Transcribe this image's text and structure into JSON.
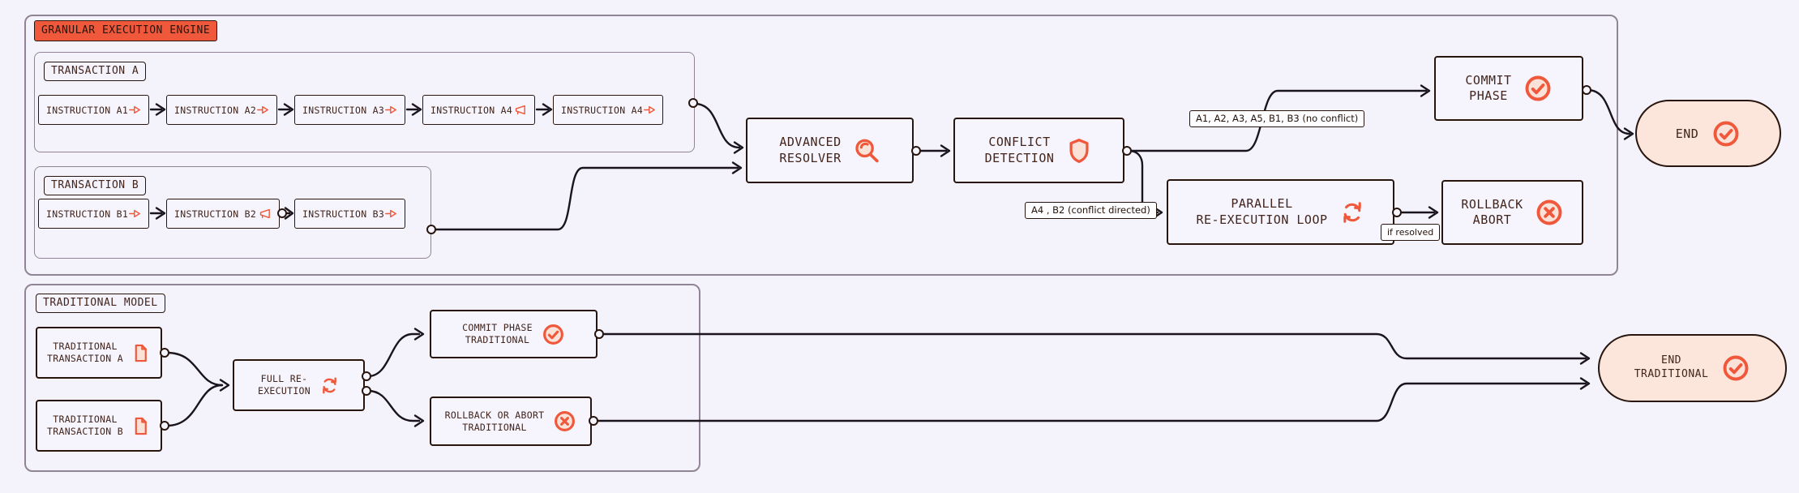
{
  "diagram": {
    "granular": {
      "badge": "GRANULAR EXECUTION ENGINE",
      "transaction_a": {
        "label": "TRANSACTION A",
        "instructions": [
          {
            "label": "INSTRUCTION A1",
            "icon": "arrow-right"
          },
          {
            "label": "INSTRUCTION A2",
            "icon": "arrow-right"
          },
          {
            "label": "INSTRUCTION A3",
            "icon": "arrow-right"
          },
          {
            "label": "INSTRUCTION A4",
            "icon": "megaphone"
          },
          {
            "label": "INSTRUCTION A4",
            "icon": "arrow-right"
          }
        ]
      },
      "transaction_b": {
        "label": "TRANSACTION B",
        "instructions": [
          {
            "label": "INSTRUCTION B1",
            "icon": "arrow-right"
          },
          {
            "label": "INSTRUCTION B2",
            "icon": "megaphone"
          },
          {
            "label": "INSTRUCTION B3",
            "icon": "arrow-right"
          }
        ]
      },
      "advanced_resolver": {
        "lines": [
          "ADVANCED",
          "RESOLVER"
        ],
        "icon": "magnifier"
      },
      "conflict_detection": {
        "lines": [
          "CONFLICT",
          "DETECTION"
        ],
        "icon": "shield"
      },
      "commit_phase": {
        "lines": [
          "COMMIT",
          "PHASE"
        ],
        "icon": "check-circle"
      },
      "parallel_reexecution": {
        "lines": [
          "PARALLEL",
          "RE-EXECUTION LOOP"
        ],
        "icon": "loop"
      },
      "rollback_abort": {
        "lines": [
          "ROLLBACK",
          "ABORT"
        ],
        "icon": "x-circle"
      },
      "end": {
        "label": "END",
        "icon": "check-circle"
      },
      "edge_labels": {
        "no_conflict": "A1, A2, A3, A5, B1, B3 (no conflict)",
        "conflict_directed": "A4 , B2 (conflict directed)",
        "if_resolved": "if resolved"
      }
    },
    "traditional": {
      "badge": "TRADITIONAL MODEL",
      "transaction_a": {
        "lines": [
          "TRADITIONAL",
          "TRANSACTION A"
        ],
        "icon": "document"
      },
      "transaction_b": {
        "lines": [
          "TRADITIONAL",
          "TRANSACTION B"
        ],
        "icon": "document"
      },
      "full_reexecution": {
        "lines": [
          "FULL RE-",
          "EXECUTION"
        ],
        "icon": "loop"
      },
      "commit_phase": {
        "lines": [
          "COMMIT PHASE",
          "TRADITIONAL"
        ],
        "icon": "check-circle"
      },
      "rollback_abort": {
        "lines": [
          "ROLLBACK OR ABORT",
          "TRADITIONAL"
        ],
        "icon": "x-circle"
      },
      "end": {
        "lines": [
          "END",
          "TRADITIONAL"
        ],
        "icon": "check-circle"
      }
    },
    "colors": {
      "accent": "#ef583b",
      "accent_light": "#fbe2d8",
      "node_border": "#27150e",
      "container_border": "#8f8596",
      "background": "#f4f2fb",
      "end_fill": "#fce5da",
      "edge_stroke": "#1a141c"
    }
  }
}
